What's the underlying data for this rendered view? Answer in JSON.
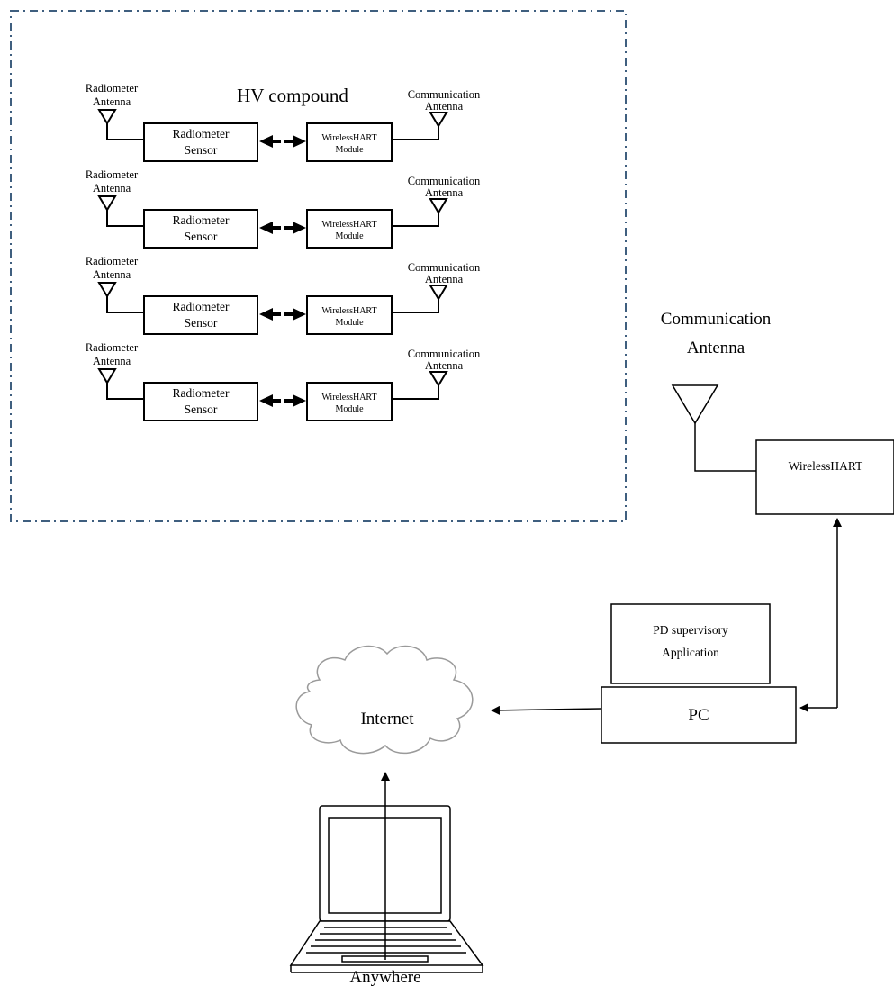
{
  "hv_compound": {
    "title": "HV compound",
    "rows": [
      {
        "radiometer_antenna": [
          "Radiometer",
          "Antenna"
        ],
        "sensor": [
          "Radiometer",
          "Sensor"
        ],
        "module": [
          "WirelessHART",
          "Module"
        ],
        "comm_antenna": [
          "Communication",
          "Antenna"
        ]
      },
      {
        "radiometer_antenna": [
          "Radiometer",
          "Antenna"
        ],
        "sensor": [
          "Radiometer",
          "Sensor"
        ],
        "module": [
          "WirelessHART",
          "Module"
        ],
        "comm_antenna": [
          "Communication",
          "Antenna"
        ]
      },
      {
        "radiometer_antenna": [
          "Radiometer",
          "Antenna"
        ],
        "sensor": [
          "Radiometer",
          "Sensor"
        ],
        "module": [
          "WirelessHART",
          "Module"
        ],
        "comm_antenna": [
          "Communication",
          "Antenna"
        ]
      },
      {
        "radiometer_antenna": [
          "Radiometer",
          "Antenna"
        ],
        "sensor": [
          "Radiometer",
          "Sensor"
        ],
        "module": [
          "WirelessHART",
          "Module"
        ],
        "comm_antenna": [
          "Communication",
          "Antenna"
        ]
      }
    ]
  },
  "gateway": {
    "antenna_label": [
      "Communication",
      "Antenna"
    ],
    "box_label": "WirelessHART"
  },
  "supervisory_app": [
    "PD supervisory",
    "Application"
  ],
  "pc": "PC",
  "internet": "Internet",
  "remote": "Anywhere",
  "colors": {
    "dashed_border": "#3f5f7f",
    "line": "#000000",
    "cloud": "#9a9a9a"
  }
}
